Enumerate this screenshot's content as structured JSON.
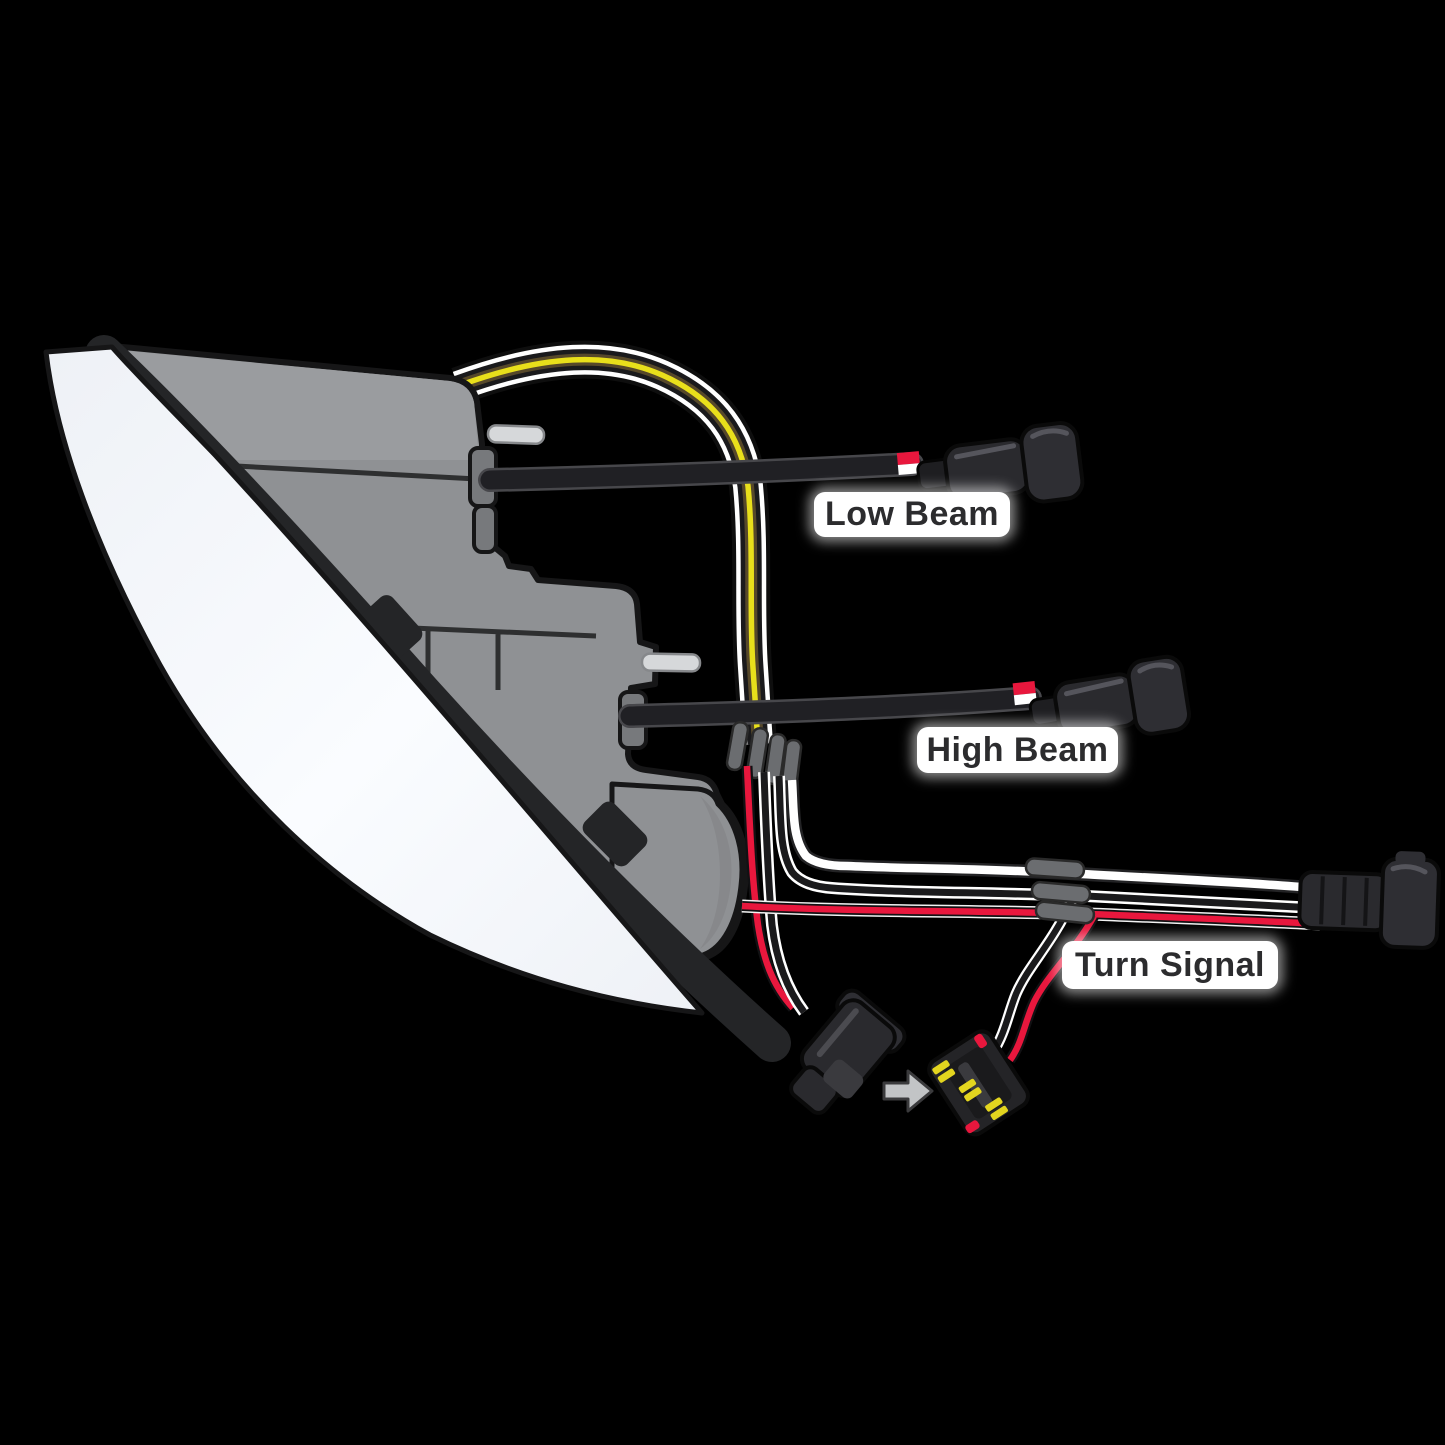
{
  "scene": {
    "title": "Headlight assembly wiring diagram",
    "labels": {
      "low_beam": "Low Beam",
      "high_beam": "High Beam",
      "turn_signal": "Turn Signal"
    },
    "icons": {
      "connection_arrow": "arrow-right"
    },
    "colors": {
      "background": "#000000",
      "lens": "#eef1f6",
      "lens_bright": "#fafcff",
      "bezel": "#242527",
      "housing": "#8f9194",
      "housing_light": "#9a9c9f",
      "housing_dark": "#77797c",
      "outline": "#161617",
      "seam": "#2e2f30",
      "pin": "#d6d8da",
      "wire_yellow": "#e8df1b",
      "wire_brown": "#56482a",
      "wire_red": "#e8173d",
      "wire_white": "#ffffff",
      "wire_black": "#1a1a1c",
      "cable_rim": "#47474b",
      "cable_body": "#202024",
      "connector_body": "#2a2a2e",
      "connector_cap": "#2e2e33",
      "connector_hl": "#55555c",
      "sleeve": "#6b6d70",
      "terminal_yellow": "#e3d51f",
      "arrow": "#c2c4c6",
      "label_bg": "#ffffff",
      "label_text": "#2c2c2e"
    }
  }
}
